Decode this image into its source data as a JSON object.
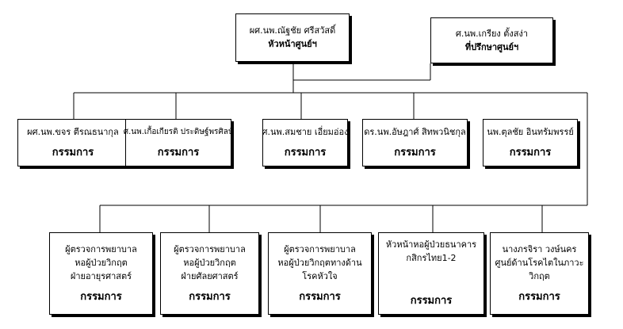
{
  "head": {
    "name": "ผศ.นพ.ณัฐชัย ศรีสวัสดิ์",
    "role": "หัวหน้าศูนย์ฯ"
  },
  "advisor": {
    "name": "ศ.นพ.เกรียง ตั้งสง่า",
    "role": "ที่ปรึกษาศูนย์ฯ"
  },
  "row1": [
    {
      "name": "ผศ.นพ.ขจร ตีรณธนากุล",
      "role": "กรรมการ"
    },
    {
      "name": "ศ.นพ.เกื้อเกียรติ ประดิษฐ์พรศิลป์",
      "role": "กรรมการ"
    },
    {
      "name": "ศ.นพ.สมชาย เอี่ยมอ่อง",
      "role": "กรรมการ"
    },
    {
      "name": "ดร.นพ.อัษฎาศ์ สิทพวนิชกุล",
      "role": "กรรมการ"
    },
    {
      "name": "นพ.ตุลชัย อินทรัมพรรย์",
      "role": "กรรมการ"
    }
  ],
  "row2": [
    {
      "lines": [
        "ผู้ตรวจการพยาบาล",
        "หอผู้ป่วยวิกฤต",
        "ฝ่ายอายุรศาสตร์"
      ],
      "role": "กรรมการ"
    },
    {
      "lines": [
        "ผู้ตรวจการพยาบาล",
        "หอผู้ป่วยวิกฤต",
        "ฝ่ายศัลยศาสตร์"
      ],
      "role": "กรรมการ"
    },
    {
      "lines": [
        "ผู้ตรวจการพยาบาล",
        "หอผู้ป่วยวิกฤตทางด้าน",
        "โรคหัวใจ"
      ],
      "role": "กรรมการ"
    },
    {
      "lines": [
        "หัวหน้าหอผู้ป่วยธนาคาร",
        "กสิกรไทย1-2"
      ],
      "role": "กรรมการ"
    },
    {
      "lines": [
        "นางภรจิรา วงษ์นคร",
        "ศูนย์ด้านโรคไตในภาวะ",
        "วิกฤต"
      ],
      "role": "กรรมการ"
    }
  ]
}
